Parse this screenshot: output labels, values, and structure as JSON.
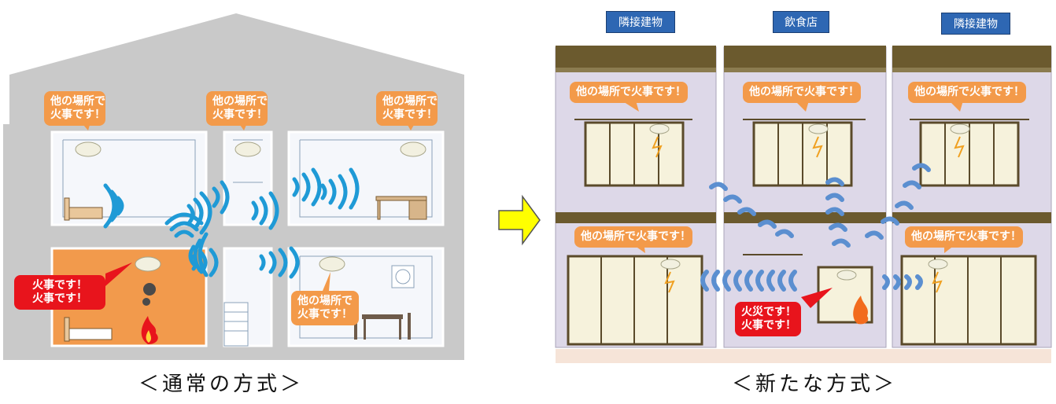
{
  "left_panel": {
    "caption": "＜通常の方式＞",
    "messages": {
      "other_fire_line1": "他の場所で",
      "other_fire_line2": "火事です！",
      "fire_line1": "火事です！",
      "fire_line2": "火事です！"
    },
    "colors": {
      "house": "#c8c8c8",
      "fire_room": "#f29a4c",
      "wave": "#1f9ad6"
    }
  },
  "right_panel": {
    "caption": "＜新たな方式＞",
    "building_labels": [
      "隣接建物",
      "飲食店",
      "隣接建物"
    ],
    "messages": {
      "other_fire": "他の場所で火事です！",
      "fire_line1": "火災です！",
      "fire_line2": "火事です！"
    },
    "colors": {
      "wall": "#ddd8e8",
      "roof": "#6b5a2e",
      "wave": "#5b8fd0"
    }
  },
  "arrow": {
    "color": "#ffff00",
    "icon": "right-arrow-icon"
  }
}
